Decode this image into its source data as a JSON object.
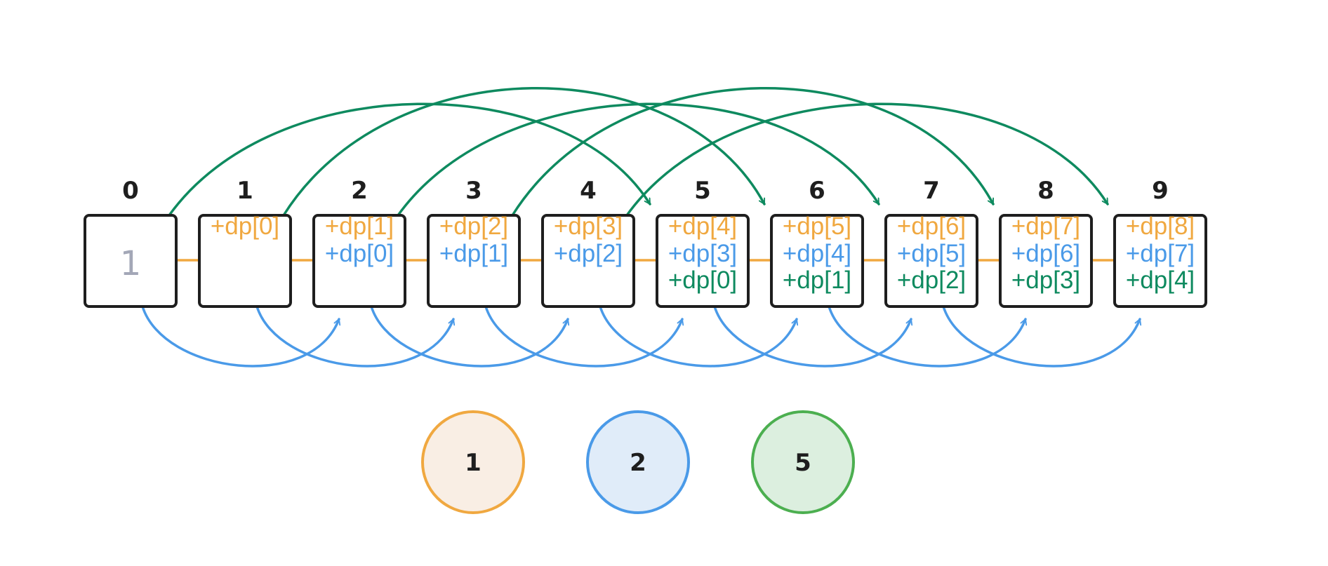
{
  "colors": {
    "coin1": "#f0a840",
    "coin2": "#4a9ae8",
    "coin5": "#0e8a5f",
    "coin5_circle": "#4caf50",
    "coin1_fill": "#f9eee4",
    "coin2_fill": "#e0ecf9",
    "coin5_fill": "#dcefdf",
    "box_stroke": "#1e1e1e",
    "initial_text": "#a3a7b7"
  },
  "cells": [
    {
      "index": "0",
      "initial": "1",
      "terms": []
    },
    {
      "index": "1",
      "initial": "",
      "terms": [
        {
          "text": "+dp[0]",
          "coin": "coin1"
        }
      ]
    },
    {
      "index": "2",
      "initial": "",
      "terms": [
        {
          "text": "+dp[1]",
          "coin": "coin1"
        },
        {
          "text": "+dp[0]",
          "coin": "coin2"
        }
      ]
    },
    {
      "index": "3",
      "initial": "",
      "terms": [
        {
          "text": "+dp[2]",
          "coin": "coin1"
        },
        {
          "text": "+dp[1]",
          "coin": "coin2"
        }
      ]
    },
    {
      "index": "4",
      "initial": "",
      "terms": [
        {
          "text": "+dp[3]",
          "coin": "coin1"
        },
        {
          "text": "+dp[2]",
          "coin": "coin2"
        }
      ]
    },
    {
      "index": "5",
      "initial": "",
      "terms": [
        {
          "text": "+dp[4]",
          "coin": "coin1"
        },
        {
          "text": "+dp[3]",
          "coin": "coin2"
        },
        {
          "text": "+dp[0]",
          "coin": "coin5"
        }
      ]
    },
    {
      "index": "6",
      "initial": "",
      "terms": [
        {
          "text": "+dp[5]",
          "coin": "coin1"
        },
        {
          "text": "+dp[4]",
          "coin": "coin2"
        },
        {
          "text": "+dp[1]",
          "coin": "coin5"
        }
      ]
    },
    {
      "index": "7",
      "initial": "",
      "terms": [
        {
          "text": "+dp[6]",
          "coin": "coin1"
        },
        {
          "text": "+dp[5]",
          "coin": "coin2"
        },
        {
          "text": "+dp[2]",
          "coin": "coin5"
        }
      ]
    },
    {
      "index": "8",
      "initial": "",
      "terms": [
        {
          "text": "+dp[7]",
          "coin": "coin1"
        },
        {
          "text": "+dp[6]",
          "coin": "coin2"
        },
        {
          "text": "+dp[3]",
          "coin": "coin5"
        }
      ]
    },
    {
      "index": "9",
      "initial": "",
      "terms": [
        {
          "text": "+dp[8]",
          "coin": "coin1"
        },
        {
          "text": "+dp[7]",
          "coin": "coin2"
        },
        {
          "text": "+dp[4]",
          "coin": "coin5"
        }
      ]
    }
  ],
  "coins": [
    {
      "label": "1",
      "stroke": "coin1",
      "fill": "coin1_fill"
    },
    {
      "label": "2",
      "stroke": "coin2",
      "fill": "coin2_fill"
    },
    {
      "label": "5",
      "stroke": "coin5_circle",
      "fill": "coin5_fill"
    }
  ]
}
